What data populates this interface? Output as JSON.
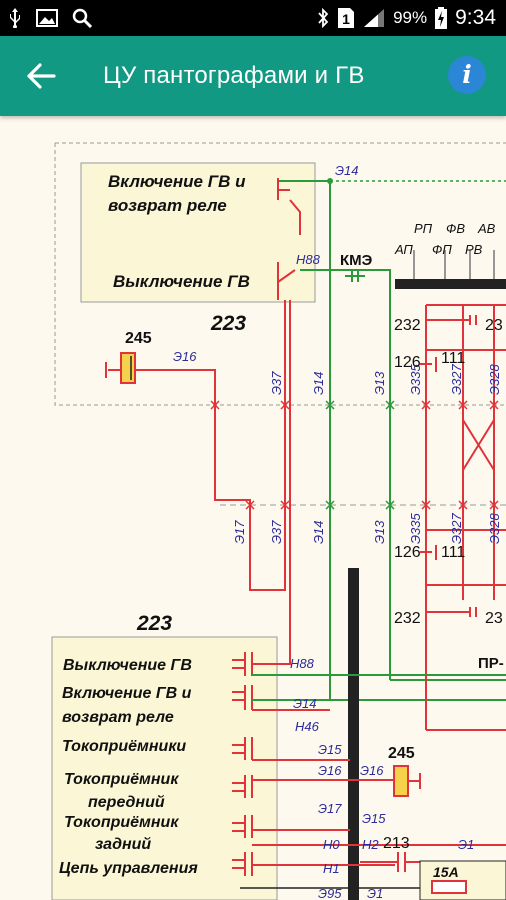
{
  "status_bar": {
    "icons": [
      "usb-icon",
      "image-icon",
      "search-icon",
      "bluetooth-icon",
      "sim-icon",
      "signal-icon",
      "battery-charging-icon"
    ],
    "sim": "1",
    "battery": "99%",
    "time": "9:34"
  },
  "app_bar": {
    "title": "ЦУ пантографами и ГВ",
    "back_icon": "arrow-back-icon",
    "info_icon": "info-icon",
    "info_glyph": "i"
  },
  "diagram": {
    "top_block": {
      "label_on": "Включение ГВ и",
      "label_on_2": "возврат реле",
      "label_off": "Выключение ГВ",
      "number": "223",
      "wire_e14": "Э14",
      "wire_n88": "Н88",
      "kme": "КМЭ"
    },
    "relay_245_top": "245",
    "wire_e16": "Э16",
    "top_right_labels": [
      "РП",
      "ФВ",
      "АВ",
      "АП",
      "ФП",
      "РВ"
    ],
    "vertical_wires_top": [
      "Э37",
      "Э14",
      "Э13",
      "Э335",
      "Э327",
      "Э328"
    ],
    "vertical_wires_bottom": [
      "Э17",
      "Э37",
      "Э14",
      "Э13",
      "Э335",
      "Э327",
      "Э328"
    ],
    "numbers": {
      "n232_top": "232",
      "n23_top": "23",
      "n126_top": "126",
      "n111_top": "111",
      "n126_bot": "126",
      "n111_bot": "111",
      "n232_bot": "232",
      "n23_bot": "23"
    },
    "bottom_block": {
      "number": "223",
      "items": [
        "Выключение ГВ",
        "Включение ГВ и",
        "возврат реле",
        "Токоприёмники",
        "Токоприёмник",
        "передний",
        "Токоприёмник",
        "задний",
        "Цепь управления"
      ],
      "wires": [
        "Н88",
        "Э14",
        "Н46",
        "Э15",
        "Э16",
        "Э17",
        "Н0",
        "Н1",
        "Э95",
        "Э1"
      ],
      "wire_e15_right": "Э15",
      "wire_h2": "Н2",
      "n213": "213",
      "wire_e1": "Э1",
      "fuse": "15А",
      "relay_245": "245",
      "relay_e16": "Э16",
      "pr": "ПР-"
    }
  }
}
